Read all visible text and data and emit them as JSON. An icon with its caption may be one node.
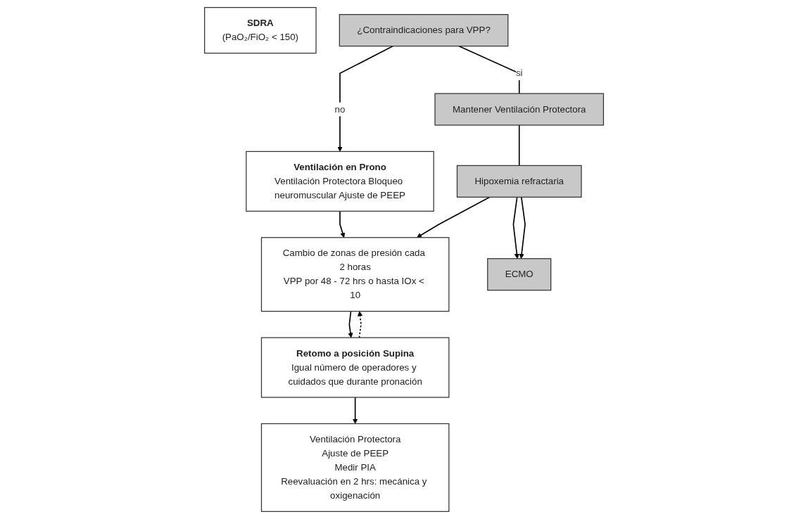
{
  "diagram": {
    "nodes": [
      {
        "text": [
          "SDRA",
          "(PaO₂/FiO₂ < 150)"
        ]
      },
      {
        "text": [
          "¿Contraindicaciones para VPP?"
        ]
      },
      {
        "text": [
          "Ventilación en Prono",
          "Ventilación Protectora Bloqueo neuromuscular Ajuste de PEEP"
        ]
      },
      {
        "text": [
          "Cambio de zonas de presión cada 2 horas",
          "VPP por 48 - 72 hrs o hasta IOx < 10"
        ]
      },
      {
        "text": [
          "Retomo a posición Supina",
          "Igual número de operadores y cuidados que durante pronación"
        ]
      },
      {
        "text": [
          "Mantener Ventilación Protectora"
        ]
      },
      {
        "text": [
          "Hipoxemia refractaria"
        ]
      },
      {
        "text": [
          "ECMO"
        ]
      },
      {
        "text": [
          "Ventilación Protectora",
          "Ajuste de PEEP",
          "Medir PIA",
          "Reevaluación en 2 hrs: mecánica y oxigenación"
        ]
      }
    ],
    "edges": [
      {
        "from": 1,
        "to": 2,
        "arrow": "to",
        "label": "no"
      },
      {
        "from": 1,
        "to": 5,
        "arrow": "none",
        "label": "si"
      },
      {
        "from": 2,
        "to": 3,
        "arrow": "to"
      },
      {
        "from": 3,
        "to": 4,
        "arrow": "to"
      },
      {
        "from": 4,
        "to": 3,
        "arrow": "to",
        "style": "dashed"
      },
      {
        "from": 4,
        "to": 8,
        "arrow": "to"
      },
      {
        "from": 5,
        "to": 6,
        "arrow": "none"
      },
      {
        "from": 6,
        "to": 7,
        "arrow": "to"
      },
      {
        "from": 6,
        "to": 3,
        "arrow": "to"
      },
      {
        "from": 6,
        "to": 7,
        "arrow": "to"
      }
    ]
  }
}
